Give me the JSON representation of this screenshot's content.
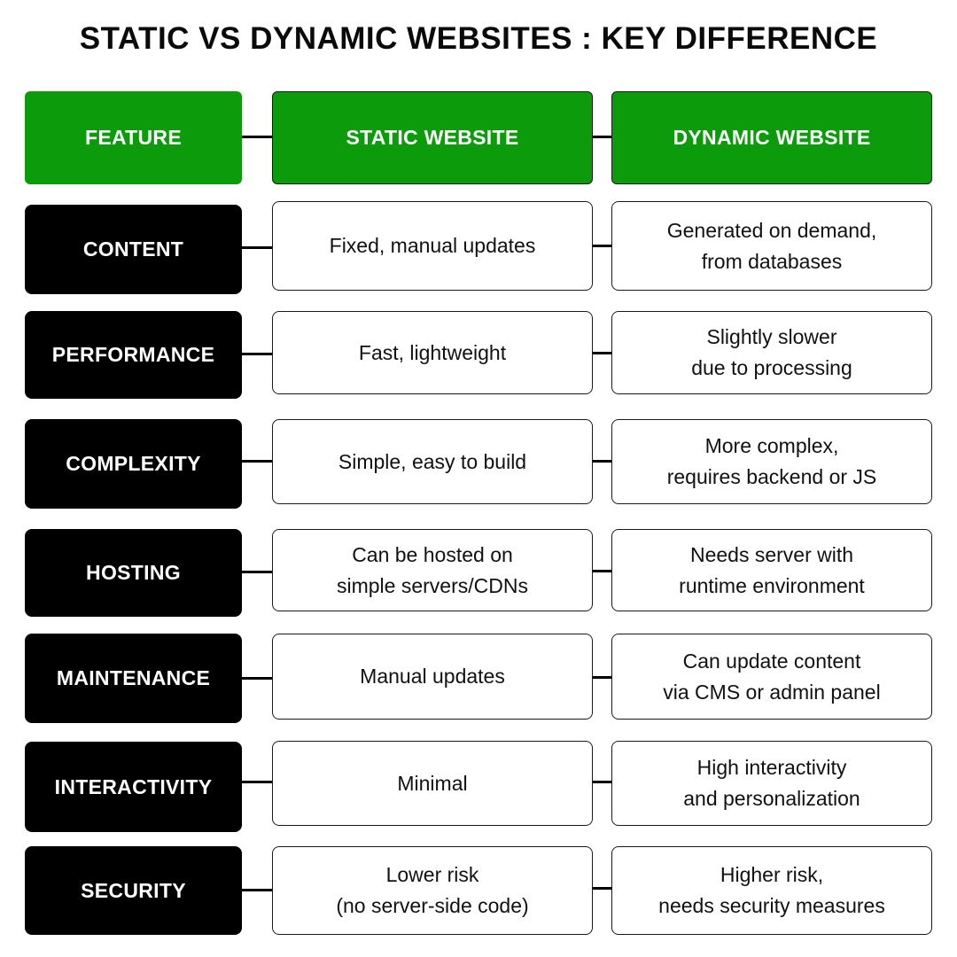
{
  "title": "STATIC VS DYNAMIC WEBSITES : KEY DIFFERENCE",
  "headers": {
    "feature": "FEATURE",
    "static": "STATIC WEBSITE",
    "dynamic": "DYNAMIC WEBSITE"
  },
  "rows": [
    {
      "feature": "CONTENT",
      "static": "Fixed, manual updates",
      "dynamic": "Generated on demand,\nfrom databases"
    },
    {
      "feature": "PERFORMANCE",
      "static": "Fast, lightweight",
      "dynamic": "Slightly slower\ndue to processing"
    },
    {
      "feature": "COMPLEXITY",
      "static": "Simple, easy to build",
      "dynamic": "More complex,\nrequires backend or JS"
    },
    {
      "feature": "HOSTING",
      "static": "Can be hosted on\nsimple servers/CDNs",
      "dynamic": "Needs server with\nruntime environment"
    },
    {
      "feature": "MAINTENANCE",
      "static": "Manual updates",
      "dynamic": "Can update content\nvia CMS or admin panel"
    },
    {
      "feature": "INTERACTIVITY",
      "static": "Minimal",
      "dynamic": "High interactivity\nand personalization"
    },
    {
      "feature": "SECURITY",
      "static": "Lower risk\n(no server-side code)",
      "dynamic": "Higher risk,\nneeds security measures"
    }
  ],
  "colors": {
    "header_green": "#0b9b0b",
    "feature_black": "#000000",
    "text": "#111111",
    "background": "#ffffff"
  }
}
